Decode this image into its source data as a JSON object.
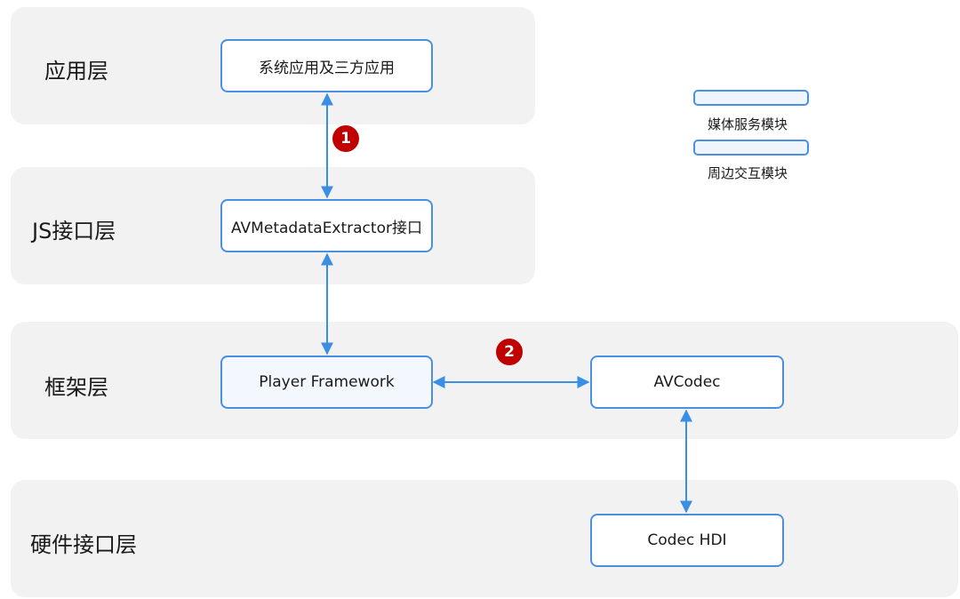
{
  "layers": {
    "application": "应用层",
    "js_interface": "JS接口层",
    "framework": "框架层",
    "hardware_interface": "硬件接口层"
  },
  "modules": {
    "system_apps": "系统应用及三方应用",
    "metadata_extractor": "AVMetadataExtractor接口",
    "player_framework": "Player Framework",
    "avcodec": "AVCodec",
    "codec_hdi": "Codec HDI"
  },
  "legend": {
    "media_service": "媒体服务模块",
    "peripheral": "周边交互模块"
  },
  "badges": {
    "one": "1",
    "two": "2"
  },
  "colors": {
    "arrow": "#3a8ee6",
    "border": "#4a90e2",
    "badge": "#c00000",
    "layer_bg": "#f2f2f2"
  }
}
